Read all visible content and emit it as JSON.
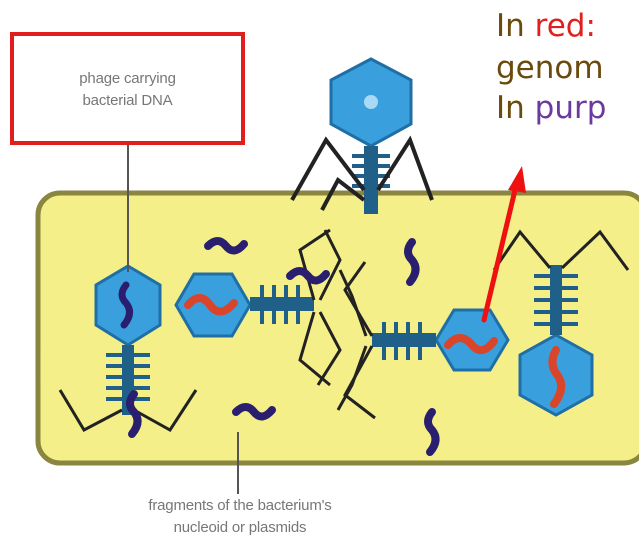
{
  "labels": {
    "phage_label_line1": "phage carrying",
    "phage_label_line2": "bacterial DNA",
    "fragments_line1": "fragments of the bacterium's",
    "fragments_line2": "nucleoid or plasmids"
  },
  "annotation": {
    "line1_prefix": "In",
    "line1_colored": "red:",
    "line2": "genom",
    "line3_prefix": "In",
    "line3_colored": "purp"
  },
  "colors": {
    "cell_fill": "#f5ef8a",
    "cell_border": "#8a8640",
    "capsid": "#3aa0dd",
    "phage_dna": "#d9452b",
    "bacterial_dna": "#2a1f6e",
    "highlight_box": "#e11d1d",
    "arrow": "#ee1111",
    "note_red": "#e02020",
    "note_purple": "#6a3aa0",
    "note_text": "#6b4a0e"
  }
}
